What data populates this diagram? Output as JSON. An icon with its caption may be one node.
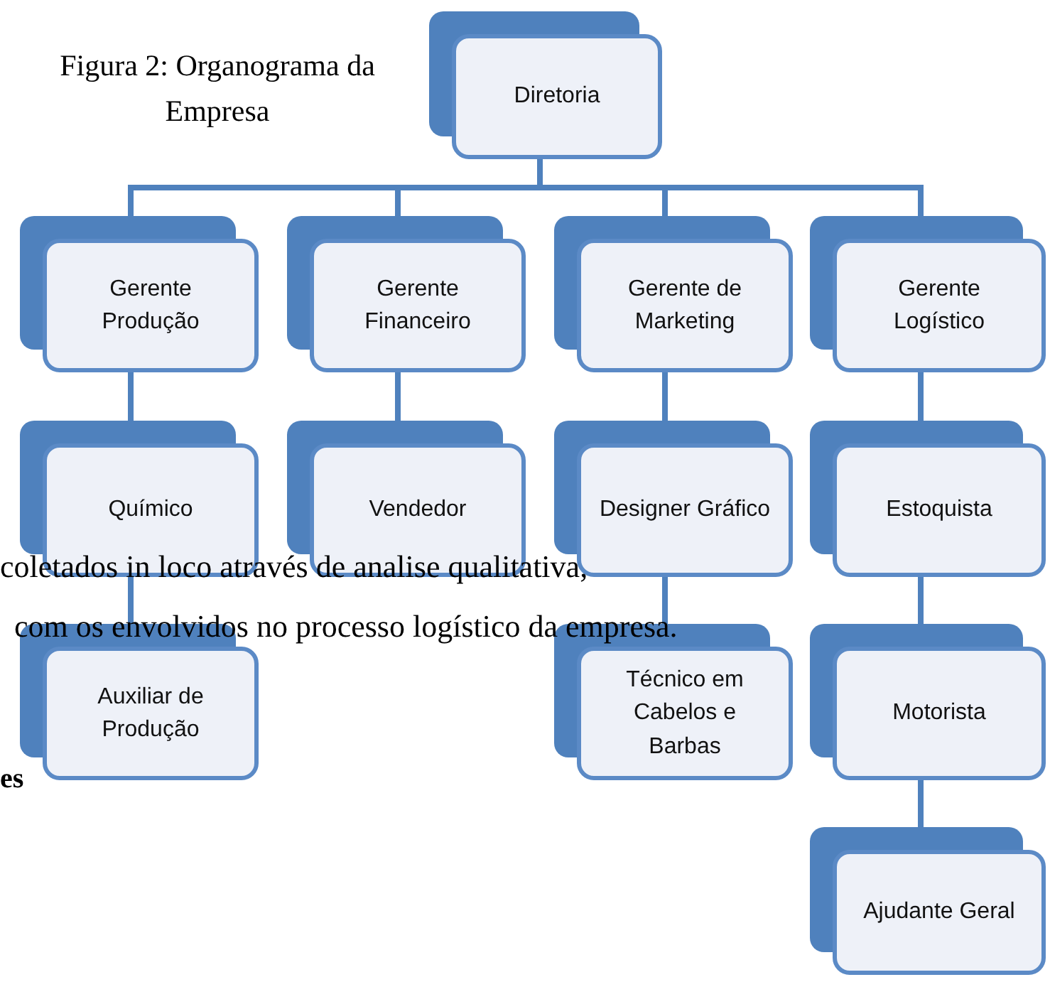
{
  "diagram": {
    "caption": "Figura 2: Organograma da Empresa",
    "nodes": [
      {
        "text": [
          "Diretoria"
        ]
      },
      {
        "text": [
          "Gerente Produção"
        ]
      },
      {
        "text": [
          "Gerente Financeiro"
        ]
      },
      {
        "text": [
          "Gerente de Marketing"
        ]
      },
      {
        "text": [
          "Gerente Logístico"
        ]
      },
      {
        "text": [
          "Químico"
        ]
      },
      {
        "text": [
          "Vendedor"
        ]
      },
      {
        "text": [
          "Designer Gráfico"
        ]
      },
      {
        "text": [
          "Estoquista"
        ]
      },
      {
        "text": [
          "Auxiliar de Produção"
        ]
      },
      {
        "text": [
          "Técnico em Cabelos e Barbas"
        ]
      },
      {
        "text": [
          "Motorista"
        ]
      },
      {
        "text": [
          "Ajudante Geral"
        ]
      }
    ],
    "edges": [
      {
        "from": 0,
        "to": 1,
        "arrow": "none"
      },
      {
        "from": 0,
        "to": 2,
        "arrow": "none"
      },
      {
        "from": 0,
        "to": 3,
        "arrow": "none"
      },
      {
        "from": 0,
        "to": 4,
        "arrow": "none"
      },
      {
        "from": 1,
        "to": 5,
        "arrow": "none"
      },
      {
        "from": 5,
        "to": 9,
        "arrow": "none"
      },
      {
        "from": 2,
        "to": 6,
        "arrow": "none"
      },
      {
        "from": 3,
        "to": 7,
        "arrow": "none"
      },
      {
        "from": 7,
        "to": 10,
        "arrow": "none"
      },
      {
        "from": 4,
        "to": 8,
        "arrow": "none"
      },
      {
        "from": 8,
        "to": 11,
        "arrow": "none"
      },
      {
        "from": 11,
        "to": 12,
        "arrow": "none"
      }
    ],
    "labels": [
      "coletados in loco através de analise qualitativa,",
      "com os envolvidos no processo logístico da empresa.",
      "es"
    ]
  }
}
